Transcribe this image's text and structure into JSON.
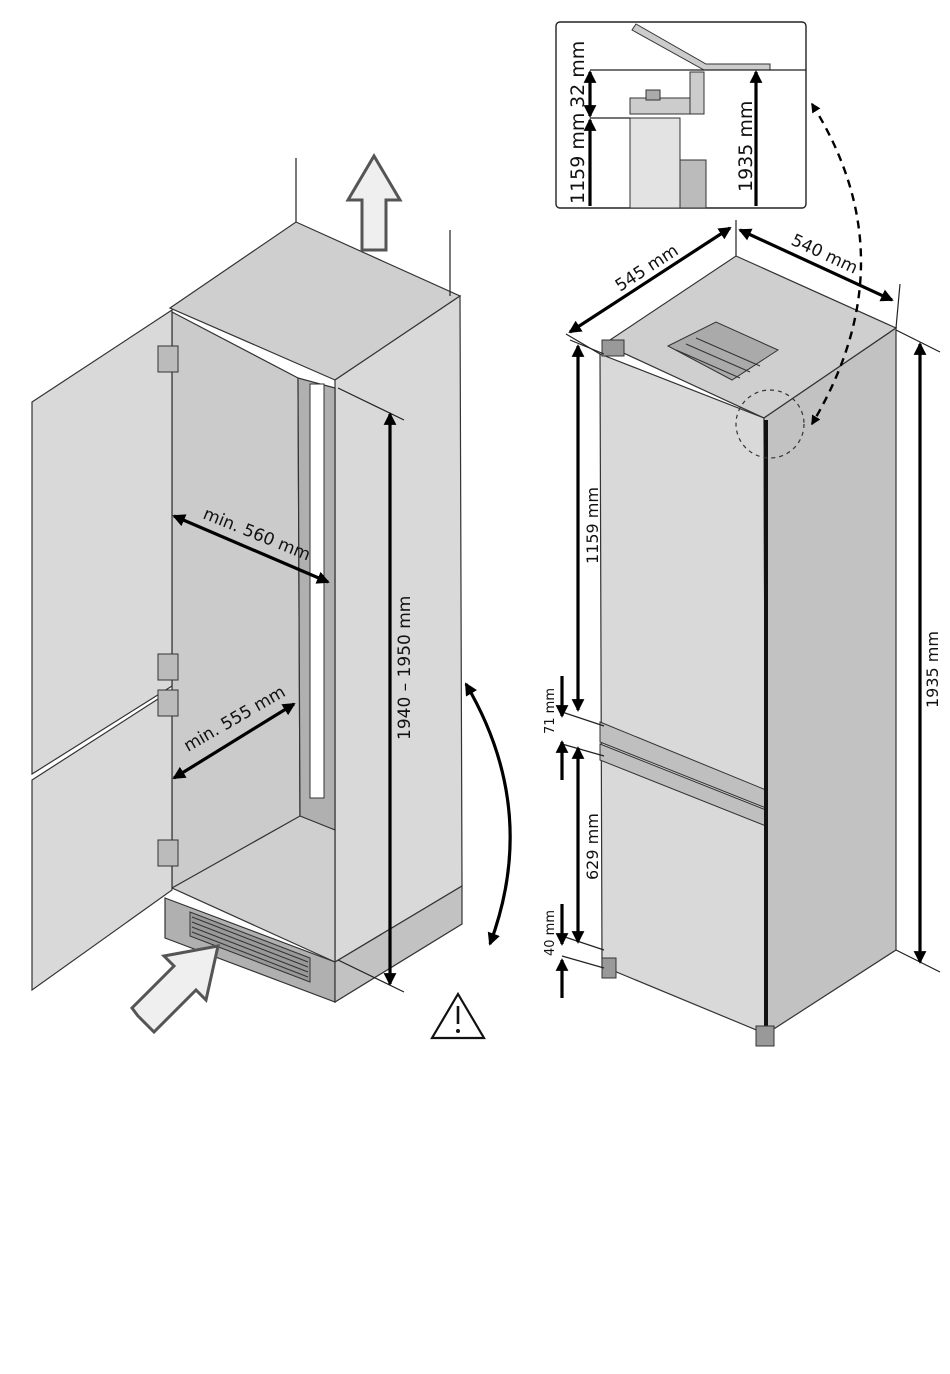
{
  "cabinet": {
    "width_label": "min. 560 mm",
    "depth_label": "min. 555 mm",
    "height_label": "1940 – 1950 mm"
  },
  "appliance": {
    "width_label": "545 mm",
    "depth_label": "540 mm",
    "height_label": "1935 mm",
    "upper_door_label": "1159 mm",
    "gap_label": "71 mm",
    "lower_door_label": "629 mm",
    "bottom_label": "40 mm"
  },
  "detail": {
    "top_gap_label": "32 mm",
    "door_label": "1159 mm",
    "height_label": "1935 mm"
  },
  "colors": {
    "arrow_hollow_fill": "#efefef",
    "arrow_hollow_stroke": "#555555"
  }
}
